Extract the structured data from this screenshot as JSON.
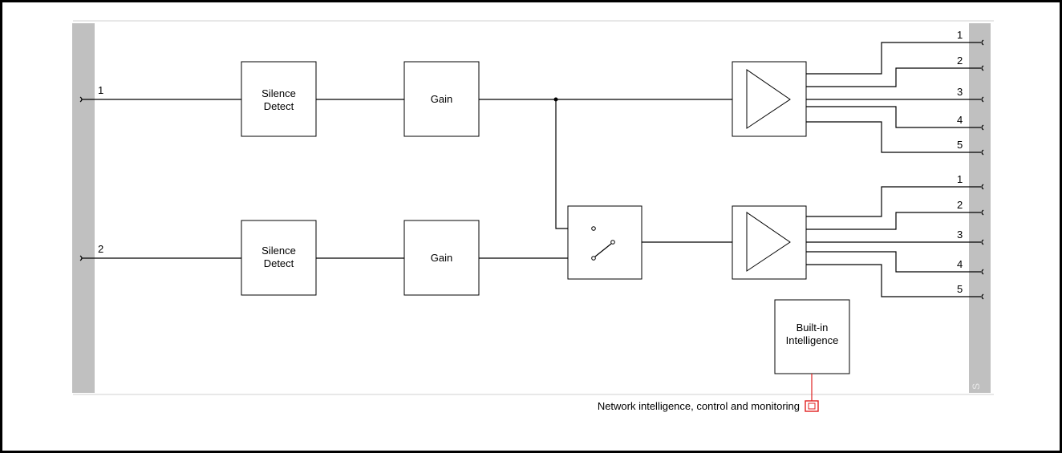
{
  "inputs": [
    {
      "label": "1"
    },
    {
      "label": "2"
    }
  ],
  "blocks": {
    "silence_detect_1": {
      "line1": "Silence",
      "line2": "Detect"
    },
    "silence_detect_2": {
      "line1": "Silence",
      "line2": "Detect"
    },
    "gain_1": {
      "label": "Gain"
    },
    "gain_2": {
      "label": "Gain"
    },
    "built_in": {
      "line1": "Built-in",
      "line2": "Intelligence"
    }
  },
  "outputs_group_1": [
    "1",
    "2",
    "3",
    "4",
    "5"
  ],
  "outputs_group_2": [
    "1",
    "2",
    "3",
    "4",
    "5"
  ],
  "network_caption": "Network intelligence, control and monitoring",
  "right_bar_glyph": "S",
  "colors": {
    "side_bar": "#c0c0c0",
    "network_accent": "#e02020",
    "frame_rule": "#d0d0d0"
  }
}
